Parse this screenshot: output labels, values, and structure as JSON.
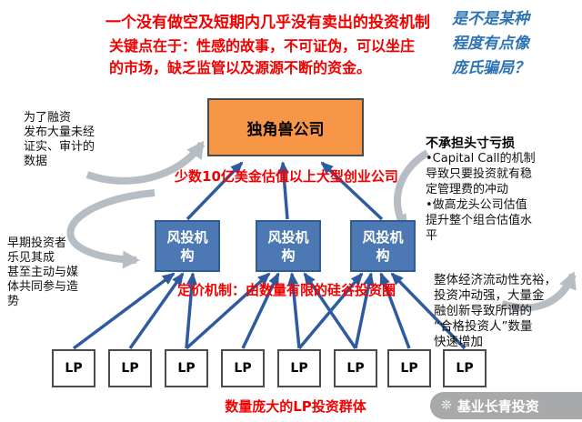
{
  "title": "一个没有做空及短期内几乎没有卖出的投资机制",
  "key_point": "关键点在于：性感的故事，不可证伪，可以坐庄\n的市场，缺乏监管以及源源不断的资金。",
  "ponzi_question": "是不是某种\n程度有点像\n庞氏骗局？",
  "left_notes": {
    "fundraising": "为了融资\n发布大量未经\n证实、审计的\n数据",
    "early_investors": "早期投资者\n乐见其成\n甚至主动与媒\n体共同参与造\n势"
  },
  "right_notes": {
    "no_position_loss_title": "不承担头寸亏损",
    "no_position_loss_body": "•Capital Call的机制\n导致只要投资就有稳\n定管理费的冲动\n•做高龙头公司估值\n提升整个组合估值水\n平",
    "liquidity": "整体经济流动性充裕，\n投资冲动强，大量金\n融创新导致所谓的\n“合格投资人”数量\n快速增加"
  },
  "diagram": {
    "unicorn_label": "独角兽公司",
    "unicorn_caption": "少数10亿美金估值以上大型创业公司",
    "vc_label": "风投机构",
    "vc_count": 3,
    "vc_caption": "定价机制：由数量有限的硅谷投资圈",
    "lp_label": "LP",
    "lp_count": 8,
    "lp_caption": "数量庞大的LP投资群体"
  },
  "watermark": {
    "label": "基业长青投资"
  },
  "colors": {
    "title_red": "#F20000",
    "note_blue": "#2E74B5",
    "unicorn_orange": "#F79646",
    "vc_blue": "#4C79B3",
    "arrow_blue": "#2E5B9F",
    "arrow_gray": "#B7BDC4"
  }
}
